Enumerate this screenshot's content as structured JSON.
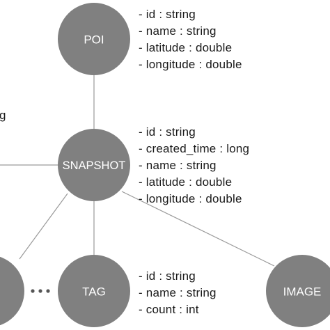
{
  "nodes": {
    "poi": {
      "label": "POI"
    },
    "snapshot": {
      "label": "SNAPSHOT"
    },
    "tag": {
      "label": "TAG"
    },
    "image": {
      "label": "IMAGE"
    },
    "left_partial": {
      "label": ""
    }
  },
  "attributes": {
    "poi": [
      "- id : string",
      "- name : string",
      "- latitude : double",
      "- longitude : double"
    ],
    "snapshot": [
      "- id : string",
      "- created_time : long",
      "- name : string",
      "- latitude : double",
      "- longitude : double"
    ],
    "tag": [
      "- id : string",
      "- name : string",
      "- count : int"
    ]
  },
  "left_fragment": "g",
  "colors": {
    "node_fill": "#808080",
    "edge": "#9a9a9a",
    "label_text": "#ffffff",
    "attr_text": "#1a1a1a"
  }
}
